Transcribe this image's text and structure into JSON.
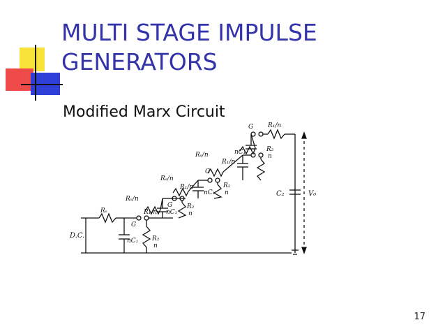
{
  "slide": {
    "title_line1": "MULTI STAGE IMPULSE",
    "title_line2": "GENERATORS",
    "subtitle": "Modified Marx Circuit",
    "page_number": "17"
  },
  "circuit": {
    "labels": {
      "rs": "Rₛ",
      "rs_n": "Rₛ/n",
      "r1_n": "R₁/n",
      "r2": "R₂",
      "n": "n",
      "g": "G",
      "nc1": "nC₁",
      "c2": "C₂",
      "v0": "V₀",
      "dc": "D.C."
    }
  }
}
